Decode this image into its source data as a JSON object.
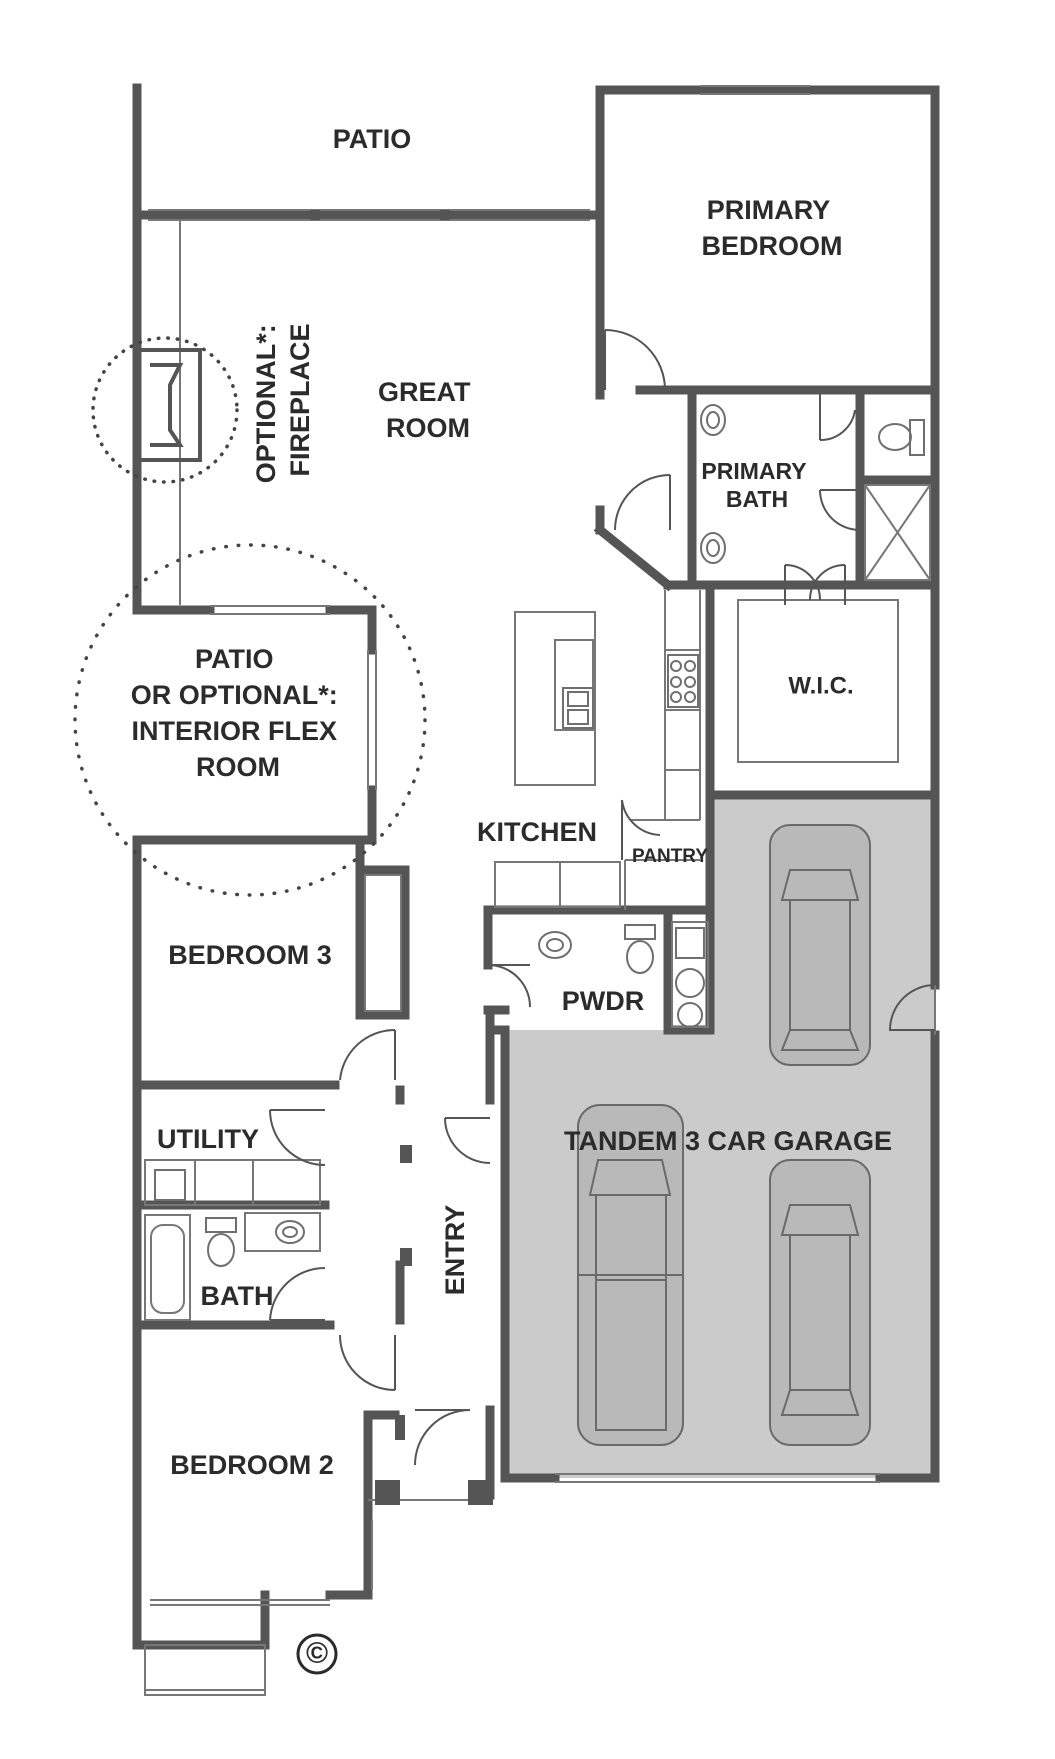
{
  "colors": {
    "wall": "#555555",
    "garage_fill": "#cbcbcb",
    "car_fill": "#b9b9b9",
    "car_stroke": "#6a6a6a",
    "fixture": "#6f6f6f",
    "text": "#2b2b2b"
  },
  "rooms": {
    "patio_top": "PATIO",
    "primary_bedroom": [
      "PRIMARY",
      "BEDROOM"
    ],
    "great_room": [
      "GREAT",
      "ROOM"
    ],
    "fireplace": [
      "OPTIONAL*:",
      "FIREPLACE"
    ],
    "primary_bath": [
      "PRIMARY",
      "BATH"
    ],
    "wic": "W.I.C.",
    "flex_room": [
      "PATIO",
      "OR OPTIONAL*:",
      "INTERIOR FLEX",
      "ROOM"
    ],
    "kitchen": "KITCHEN",
    "pantry": "PANTRY",
    "bedroom3": "BEDROOM 3",
    "pwdr": "PWDR",
    "utility": "UTILITY",
    "garage": "TANDEM 3 CAR GARAGE",
    "bath": "BATH",
    "entry": "ENTRY",
    "bedroom2": "BEDROOM 2"
  },
  "copyright": "©",
  "icons": [
    "sink-icon",
    "toilet-icon",
    "tub-icon",
    "shower-icon",
    "cooktop-icon",
    "car-icon",
    "washer-icon",
    "fireplace-icon",
    "door-swing-icon"
  ]
}
